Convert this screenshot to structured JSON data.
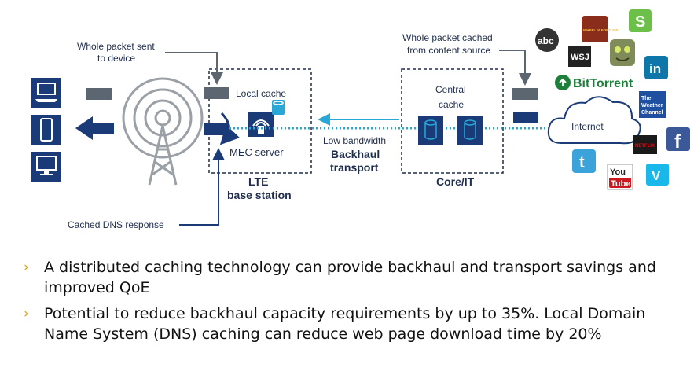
{
  "diagram": {
    "labels": {
      "whole_packet_sent": [
        "Whole packet sent",
        "to device"
      ],
      "whole_packet_cached": [
        "Whole packet cached",
        "from content source"
      ],
      "local_cache": "Local cache",
      "mec_server": "MEC server",
      "lte": "LTE",
      "base_station": "base station",
      "low_bandwidth": "Low bandwidth",
      "backhaul": "Backhaul",
      "transport": "transport",
      "central": "Central",
      "cache": "cache",
      "core_it": "Core/IT",
      "internet": "Internet",
      "cached_dns": "Cached DNS response"
    },
    "icons": {
      "abc": "abc",
      "wsj": "WSJ",
      "wheel": "WHEEL of FORTUNE",
      "skype": "S",
      "linkedin": "in",
      "bittorrent": "BitTorrent",
      "weather": [
        "The",
        "Weather",
        "Channel"
      ],
      "facebook": "f",
      "netflix": "NETFLIX",
      "twitter": "t",
      "youtube_you": "You",
      "youtube_tube": "Tube",
      "vimeo": "V"
    },
    "colors": {
      "navy": "#1b3a78",
      "gray_packet": "#5b6670",
      "dashed_box": "#1f2d4d",
      "cyan_link": "#29a8d8"
    }
  },
  "bullets": [
    "A distributed caching technology can provide backhaul and transport savings and improved QoE",
    "Potential to reduce backhaul capacity requirements by up to 35%. Local Domain Name System (DNS) caching can reduce web page download time by 20%"
  ],
  "bullet_glyph": "›"
}
